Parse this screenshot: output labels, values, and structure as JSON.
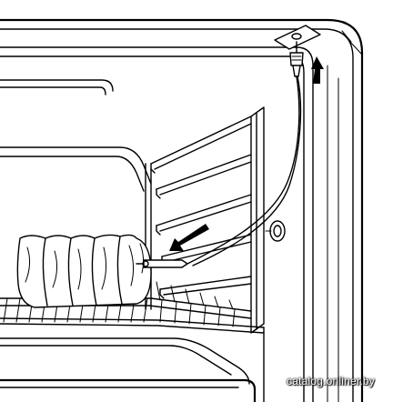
{
  "watermark": {
    "text": "catalog.onliner.by"
  },
  "diagram": {
    "subject": "oven-rotisserie-meat-probe-installation",
    "arrows": [
      {
        "name": "up-arrow-icon",
        "meaning": "insert probe plug into socket"
      },
      {
        "name": "diagonal-arrow-icon",
        "meaning": "insert probe tip into meat"
      }
    ]
  }
}
